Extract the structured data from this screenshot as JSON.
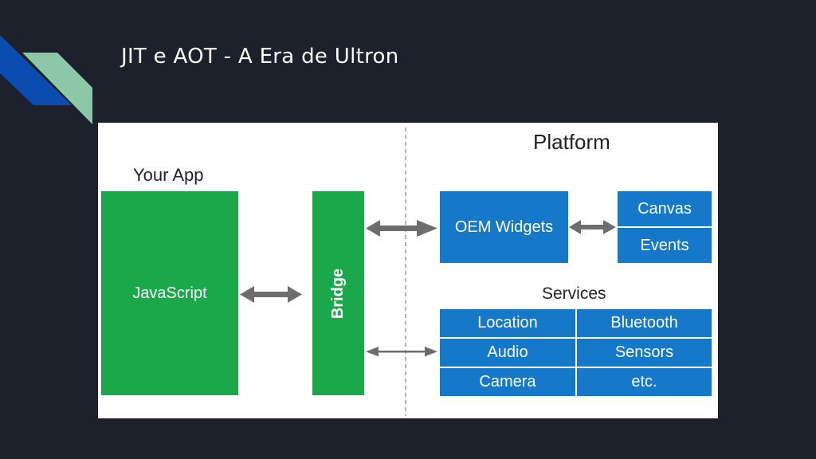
{
  "slide": {
    "title": "JIT e AOT - A Era de Ultron",
    "background": "#1c212c",
    "accent_colors": [
      "#0b4cb1",
      "#8cc8a8"
    ]
  },
  "diagram": {
    "platform_label": "Platform",
    "your_app_label": "Your App",
    "javascript_label": "JavaScript",
    "bridge_label": "Bridge",
    "oem_widgets_label": "OEM Widgets",
    "canvas_label": "Canvas",
    "events_label": "Events",
    "services_label": "Services",
    "services": [
      "Location",
      "Bluetooth",
      "Audio",
      "Sensors",
      "Camera",
      "etc."
    ],
    "colors": {
      "green": "#1aa84b",
      "blue": "#1578c8",
      "arrow": "#6d6d6d",
      "divider": "#9a9a9a"
    }
  }
}
